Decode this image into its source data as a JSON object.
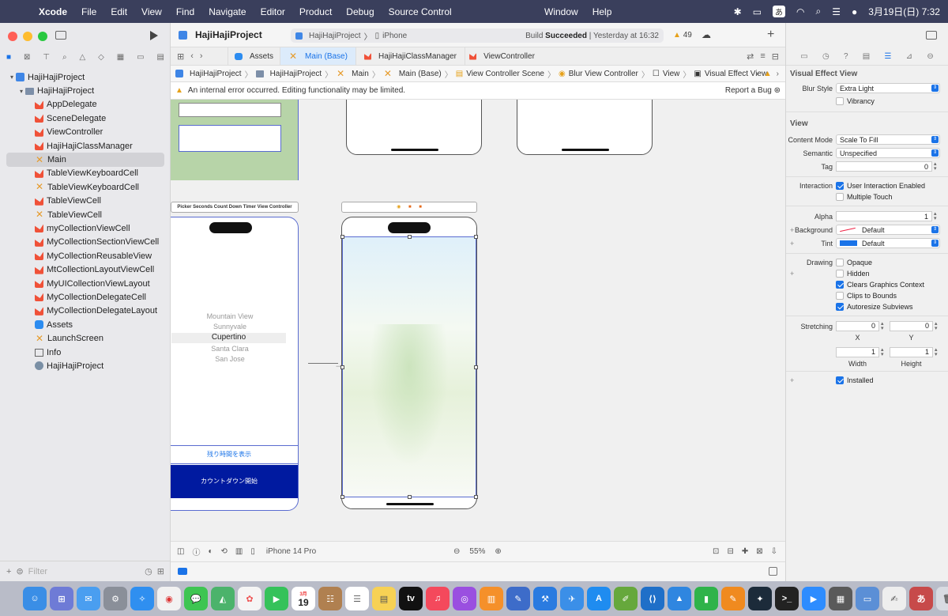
{
  "menubar": {
    "app": "Xcode",
    "items": [
      "File",
      "Edit",
      "View",
      "Find",
      "Navigate",
      "Editor",
      "Product",
      "Debug",
      "Source Control"
    ],
    "mid_items": [
      "Window",
      "Help"
    ],
    "ime": "あ",
    "clock": "3月19日(日) 7:32"
  },
  "toolbar": {
    "project_title": "HajiHajiProject",
    "scheme": "HajiHajiProject",
    "device": "iPhone",
    "build_prefix": "Build",
    "build_status": "Succeeded",
    "build_time": "| Yesterday at 16:32",
    "warning_count": "49"
  },
  "tabs": [
    {
      "label": "Assets",
      "active": false
    },
    {
      "label": "Main (Base)",
      "active": true
    },
    {
      "label": "HajiHajiClassManager",
      "active": false
    },
    {
      "label": "ViewController",
      "active": false
    }
  ],
  "jumpbar": [
    "HajiHajiProject",
    "HajiHajiProject",
    "Main",
    "Main (Base)",
    "View Controller Scene",
    "Blur View Controller",
    "View",
    "Visual Effect View"
  ],
  "error": {
    "message": "An internal error occurred. Editing functionality may be limited.",
    "report": "Report a Bug"
  },
  "navigator": {
    "items": [
      {
        "label": "HajiHajiProject",
        "icon": "proj",
        "indent": 0,
        "disclosure": "▾"
      },
      {
        "label": "HajiHajiProject",
        "icon": "folder",
        "indent": 1,
        "disclosure": "▾"
      },
      {
        "label": "AppDelegate",
        "icon": "swift",
        "indent": 2
      },
      {
        "label": "SceneDelegate",
        "icon": "swift",
        "indent": 2
      },
      {
        "label": "ViewController",
        "icon": "swift",
        "indent": 2
      },
      {
        "label": "HajiHajiClassManager",
        "icon": "swift",
        "indent": 2
      },
      {
        "label": "Main",
        "icon": "ib",
        "indent": 2,
        "selected": true
      },
      {
        "label": "TableViewKeyboardCell",
        "icon": "swift",
        "indent": 2
      },
      {
        "label": "TableViewKeyboardCell",
        "icon": "ib",
        "indent": 2
      },
      {
        "label": "TableViewCell",
        "icon": "swift",
        "indent": 2
      },
      {
        "label": "TableViewCell",
        "icon": "ib",
        "indent": 2
      },
      {
        "label": "myCollectionViewCell",
        "icon": "swift",
        "indent": 2
      },
      {
        "label": "MyCollectionSectionViewCell",
        "icon": "swift",
        "indent": 2
      },
      {
        "label": "MyCollectionReusableView",
        "icon": "swift",
        "indent": 2
      },
      {
        "label": "MtCollectionLayoutViewCell",
        "icon": "swift",
        "indent": 2
      },
      {
        "label": "MyUICollectionViewLayout",
        "icon": "swift",
        "indent": 2
      },
      {
        "label": "MyCollectionDelegateCell",
        "icon": "swift",
        "indent": 2
      },
      {
        "label": "MyCollectionDelegateLayout",
        "icon": "swift",
        "indent": 2
      },
      {
        "label": "Assets",
        "icon": "assets",
        "indent": 2
      },
      {
        "label": "LaunchScreen",
        "icon": "ib",
        "indent": 2
      },
      {
        "label": "Info",
        "icon": "info",
        "indent": 2
      },
      {
        "label": "HajiHajiProject",
        "icon": "gear",
        "indent": 2
      }
    ],
    "filter_placeholder": "Filter"
  },
  "canvas": {
    "scene_title": "Picker Seconds Count Down Timer View Controller",
    "picker_items": [
      "Mountain View",
      "Sunnyvale",
      "Cupertino",
      "Santa Clara",
      "San Jose"
    ],
    "picker_selected": "Cupertino",
    "show_remaining_button": "残り時間を表示",
    "countdown_button": "カウントダウン開始",
    "accent_navy": "#001aa0"
  },
  "canvasbar": {
    "device": "iPhone 14 Pro",
    "zoom": "55%"
  },
  "inspector": {
    "section1_title": "Visual Effect View",
    "blur_style_label": "Blur Style",
    "blur_style_value": "Extra Light",
    "vibrancy_label": "Vibrancy",
    "section2_title": "View",
    "content_mode_label": "Content Mode",
    "content_mode_value": "Scale To Fill",
    "semantic_label": "Semantic",
    "semantic_value": "Unspecified",
    "tag_label": "Tag",
    "tag_value": "0",
    "interaction_label": "Interaction",
    "user_interaction": "User Interaction Enabled",
    "multiple_touch": "Multiple Touch",
    "alpha_label": "Alpha",
    "alpha_value": "1",
    "background_label": "Background",
    "background_value": "Default",
    "tint_label": "Tint",
    "tint_value": "Default",
    "drawing_label": "Drawing",
    "opaque": "Opaque",
    "hidden": "Hidden",
    "clears_graphics": "Clears Graphics Context",
    "clips_bounds": "Clips to Bounds",
    "autoresize": "Autoresize Subviews",
    "stretching_label": "Stretching",
    "stretch_x": "0",
    "stretch_y": "0",
    "x_label": "X",
    "y_label": "Y",
    "stretch_w": "1",
    "stretch_h": "1",
    "width_label": "Width",
    "height_label": "Height",
    "installed": "Installed"
  },
  "dock": {
    "calendar_month": "3月",
    "calendar_day": "19",
    "appletv": "tv",
    "ime": "あ"
  }
}
